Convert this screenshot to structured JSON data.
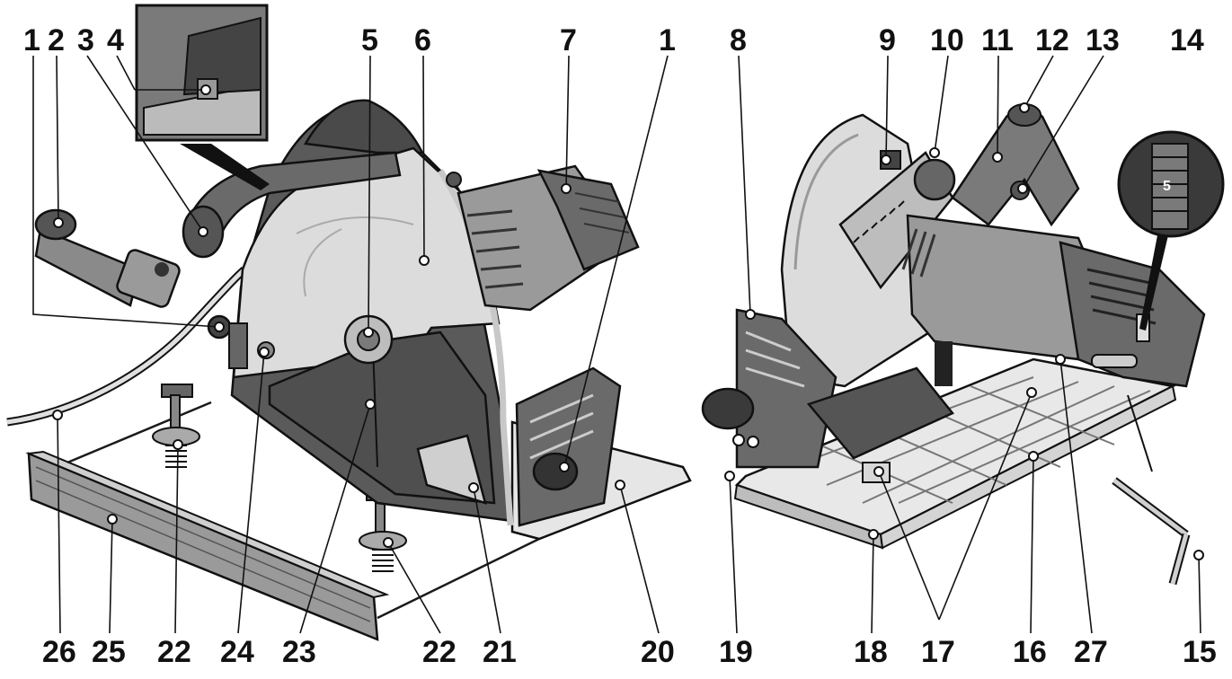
{
  "figure": {
    "top_labels": [
      "1",
      "2",
      "3",
      "4",
      "5",
      "6",
      "7",
      "1",
      "8",
      "9",
      "10",
      "11",
      "12",
      "13",
      "14"
    ],
    "bottom_labels": [
      "26",
      "25",
      "22",
      "24",
      "23",
      "22",
      "21",
      "20",
      "19",
      "18",
      "17",
      "16",
      "27",
      "15"
    ],
    "scale_marking": "5"
  },
  "colors": {
    "body_dark": "#5a5a5a",
    "body_mid": "#8c8c8c",
    "body_light": "#c8c8c8",
    "plate": "#e6e6e6",
    "ink": "#111111"
  }
}
